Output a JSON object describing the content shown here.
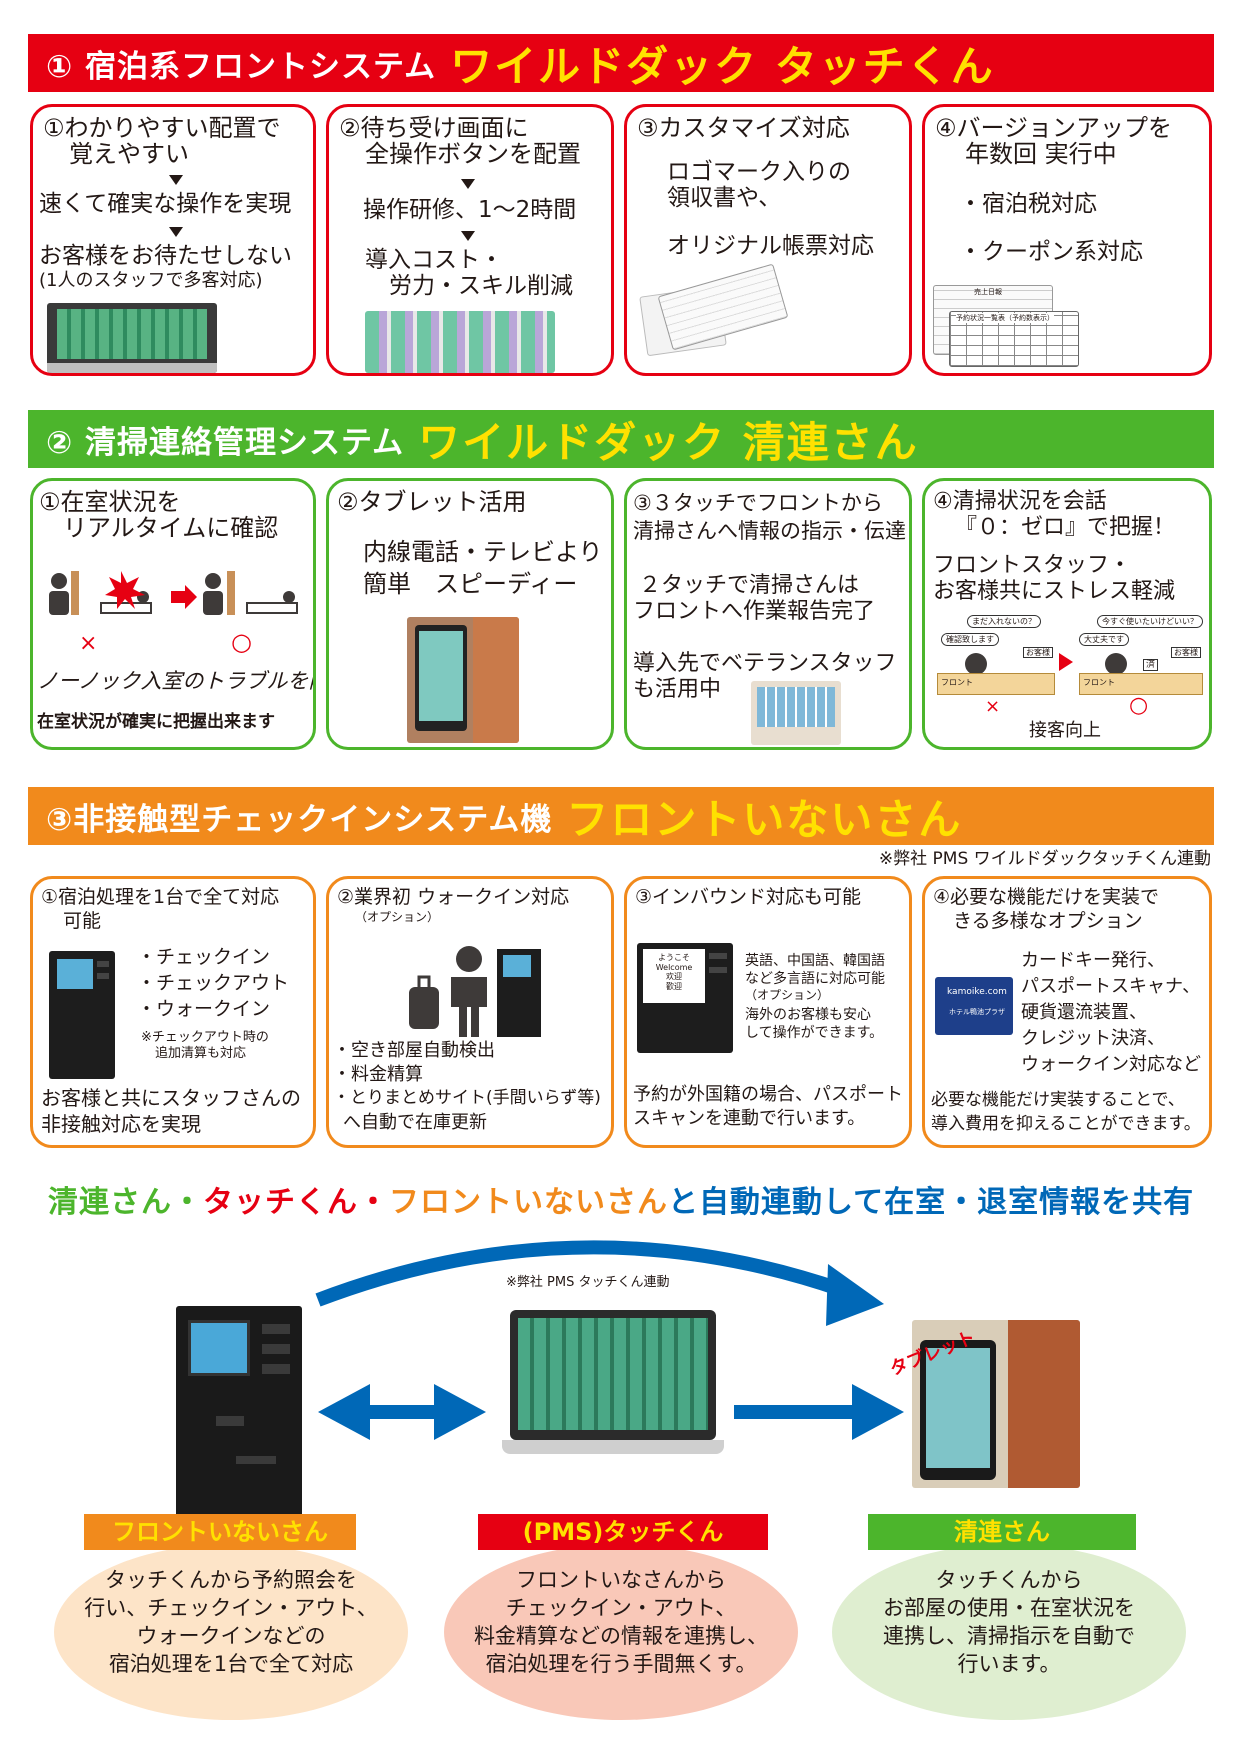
{
  "colors": {
    "red": "#e60012",
    "green": "#4cb52c",
    "orange": "#f18a1c",
    "blue": "#0068b7"
  },
  "sec1": {
    "prefix": "① 宿泊系フロントシステム",
    "title": "ワイルドダック タッチくん",
    "c1": {
      "h1": "①わかりやすい配置で",
      "h2": "覚えやすい",
      "l1": "速くて確実な操作を実現",
      "l2": "お客様をお待たせしない",
      "l3": "(1人のスタッフで多客対応)"
    },
    "c2": {
      "h1": "②待ち受け画面に",
      "h2": "全操作ボタンを配置",
      "l1": "操作研修、1～2時間",
      "l2": "導入コスト・",
      "l3": "労力・スキル削減"
    },
    "c3": {
      "h1": "③カスタマイズ対応",
      "l1": "ロゴマーク入りの",
      "l2": "領収書や、",
      "l3": "オリジナル帳票対応"
    },
    "c4": {
      "h1": "④バージョンアップを",
      "h2": "年数回 実行中",
      "l1": "・宿泊税対応",
      "l2": "・クーポン系対応",
      "doc1": "売上日報",
      "doc2": "予約状況一覧表（予約数表示）"
    }
  },
  "sec2": {
    "prefix": "② 清掃連絡管理システム",
    "title": "ワイルドダック 清連さん",
    "c1": {
      "h1": "①在室状況を",
      "h2": "リアルタイムに確認",
      "l1": "ノーノック入室のトラブルを削減",
      "l2": "在室状況が確実に把握出来ます",
      "x": "×",
      "o": "○"
    },
    "c2": {
      "h1": "②タブレット活用",
      "l1": "内線電話・テレビより",
      "l2": "簡単　スピーディー"
    },
    "c3": {
      "h1": "③３タッチでフロントから",
      "h2": "清掃さんへ情報の指示・伝達",
      "l1": "２タッチで清掃さんは",
      "l2": "フロントへ作業報告完了",
      "l3": "導入先でベテランスタッフ",
      "l4": "も活用中"
    },
    "c4": {
      "h1": "④清掃状況を会話",
      "h2": "『０：ゼロ』で把握！",
      "l1": "フロントスタッフ・",
      "l2": "お客様共にストレス軽減",
      "b1": "まだ入れないの？",
      "b2": "確認致します",
      "b3": "お客様",
      "b4": "フロント",
      "b5": "今すぐ使いたいけどいい？",
      "b6": "大丈夫です",
      "b7": "お客様",
      "b8": "フロント",
      "b9": "済",
      "x": "×",
      "o": "○",
      "l3": "接客向上"
    }
  },
  "sec3": {
    "prefix": "③非接触型チェックインシステム機",
    "title": "フロントいないさん",
    "note": "※弊社 PMS ワイルドダックタッチくん連動",
    "c1": {
      "h1": "①宿泊処理を1台で全て対応",
      "h2": "可能",
      "b1": "・チェックイン",
      "b2": "・チェックアウト",
      "b3": "・ウォークイン",
      "n1": "※チェックアウト時の",
      "n2": "追加清算も対応",
      "l1": "お客様と共にスタッフさんの",
      "l2": "非接触対応を実現"
    },
    "c2": {
      "h1": "②業界初 ウォークイン対応",
      "h2": "（オプション）",
      "b1": "・空き部屋自動検出",
      "b2": "・料金精算",
      "b3": "・とりまとめサイト(手間いらず等)",
      "b4": "へ自動で在庫更新"
    },
    "c3": {
      "h1": "③インバウンド対応も可能",
      "k1": "ようこそ",
      "k2": "Welcome",
      "k3": "欢迎",
      "k4": "歡迎",
      "m1": "英語、中国語、韓国語",
      "m2": "など多言語に対応可能",
      "m3": "（オプション）",
      "m4": "海外のお客様も安心",
      "m5": "して操作ができます。",
      "l1": "予約が外国籍の場合、パスポート",
      "l2": "スキャンを連動で行います。"
    },
    "c4": {
      "h1": "④必要な機能だけを実装で",
      "h2": "きる多様なオプション",
      "card1": "kamoike.com",
      "card2": "ホテル鴨池プラザ",
      "b1": "カードキー発行、",
      "b2": "パスポートスキャナ、",
      "b3": "硬貨還流装置、",
      "b4": "クレジット決済、",
      "b5": "ウォークイン対応など",
      "l1": "必要な機能だけ実装することで、",
      "l2": "導入費用を抑えることができます。"
    }
  },
  "summary": {
    "p1": "清連さん",
    "dot1": "・",
    "p2": "タッチくん",
    "dot2": "・",
    "p3": "フロントいないさん",
    "p4": "と自動連動して在室・退室情報を共有"
  },
  "flow": {
    "note": "※弊社 PMS タッチくん連動",
    "tablet_label": "タブレット",
    "k": {
      "label": "フロントいないさん",
      "l1": "タッチくんから予約照会を",
      "l2": "行い、チェックイン・アウト、",
      "l3": "ウォークインなどの",
      "l4": "宿泊処理を1台で全て対応"
    },
    "p": {
      "label": "(PMS)タッチくん",
      "l1": "フロントいなさんから",
      "l2": "チェックイン・アウト、",
      "l3": "料金精算などの情報を連携し、",
      "l4": "宿泊処理を行う手間無くす。"
    },
    "s": {
      "label": "清連さん",
      "l1": "タッチくんから",
      "l2": "お部屋の使用・在室状況を",
      "l3": "連携し、清掃指示を自動で",
      "l4": "行います。"
    }
  }
}
